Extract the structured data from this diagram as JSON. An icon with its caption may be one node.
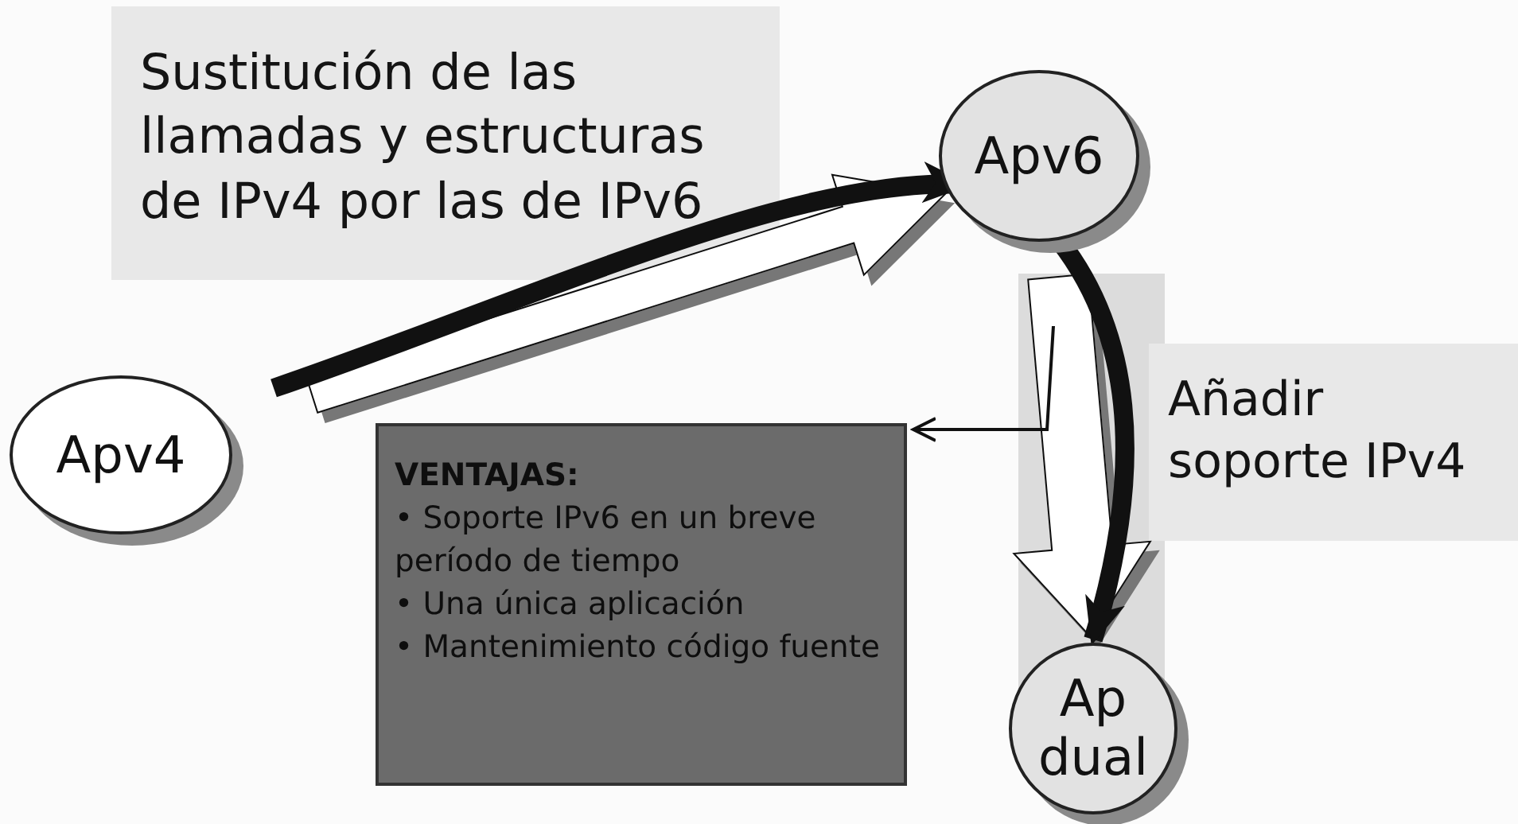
{
  "diagram": {
    "nodes": [
      {
        "text": [
          "Apv4"
        ]
      },
      {
        "text": [
          "Apv6"
        ]
      },
      {
        "text": [
          "Ap dual"
        ]
      },
      {
        "text": [
          "VENTAJAS:",
          "• Soporte IPv6 en un breve período de tiempo",
          "• Una única aplicación",
          "• Mantenimiento código fuente"
        ]
      }
    ],
    "edges": [
      {
        "from": 0,
        "to": 1,
        "arrow": "to",
        "label": "Sustitución de las llamadas y estructuras de IPv4 por las de IPv6"
      },
      {
        "from": 1,
        "to": 2,
        "arrow": "to",
        "label": "Añadir soporte IPv4"
      },
      {
        "from": 0,
        "to": 1,
        "arrow": "to"
      },
      {
        "from": 1,
        "to": 2,
        "arrow": "to"
      },
      {
        "from": 2,
        "to": 3,
        "arrow": "to"
      }
    ]
  }
}
